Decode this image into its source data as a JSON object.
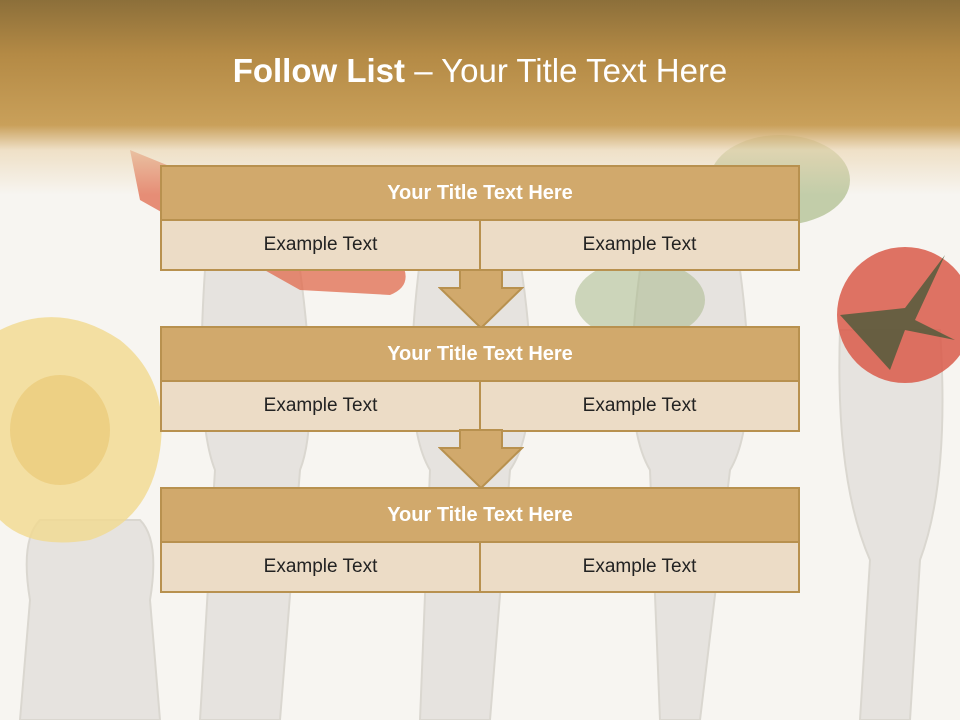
{
  "slide": {
    "title_bold": "Follow List",
    "title_rest": " – Your Title Text Here"
  },
  "blocks": [
    {
      "title": "Your Title Text Here",
      "left": "Example Text",
      "right": "Example Text"
    },
    {
      "title": "Your Title Text Here",
      "left": "Example Text",
      "right": "Example Text"
    },
    {
      "title": "Your Title Text Here",
      "left": "Example Text",
      "right": "Example Text"
    }
  ],
  "colors": {
    "header": "#b48a45",
    "block_title": "#d1a96c",
    "block_cell": "#ecdcc6",
    "border": "#b8914f"
  },
  "background_image": "forks-with-pasta-tomato-basil"
}
